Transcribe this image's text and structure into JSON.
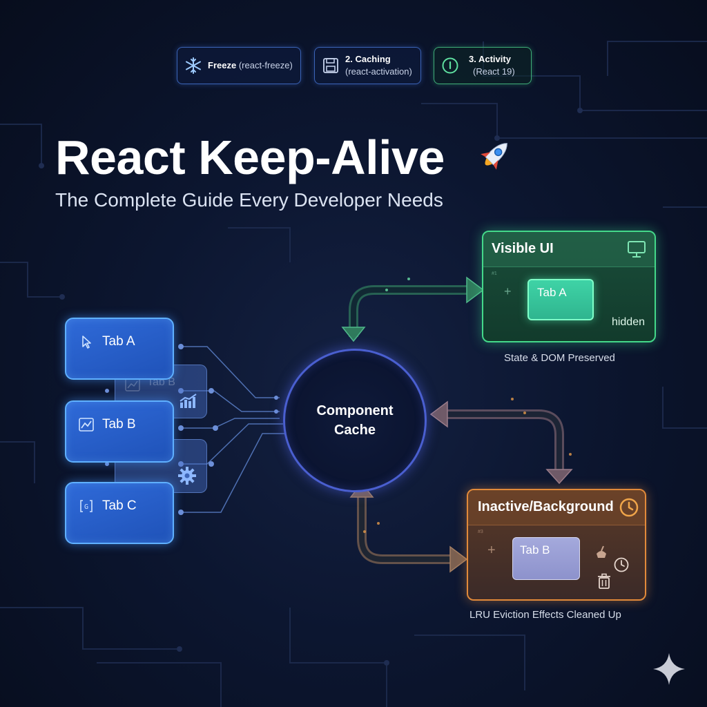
{
  "chips": [
    {
      "bold": "Freeze",
      "sub": "(react-freeze)",
      "icon": "snowflake-icon"
    },
    {
      "bold": "2. Caching",
      "sub": "(react-activation)",
      "icon": "save-disk-icon"
    },
    {
      "bold": "3. Activity",
      "sub": "(React 19)",
      "icon": "power-icon"
    }
  ],
  "title": "React Keep-Alive",
  "title_icon": "rocket-icon",
  "subtitle": "The Complete Guide Every Developer Needs",
  "tabs": [
    {
      "label": "Tab A",
      "icon": "cursor-icon"
    },
    {
      "label": "Tab B",
      "icon": "chart-line-icon"
    },
    {
      "label": "Tab C",
      "icon": "code-brackets-icon"
    }
  ],
  "ghost_tabs": [
    {
      "label": "Tab B",
      "icon": "bar-chart-icon"
    },
    {
      "label": "",
      "icon": "gear-icon"
    }
  ],
  "cache": {
    "label": "Component Cache"
  },
  "visible_panel": {
    "title": "Visible UI",
    "tiny": "#1",
    "inner_tab": "Tab A",
    "note": "hidden",
    "caption": "State & DOM Preserved",
    "color": "#44d98a"
  },
  "inactive_panel": {
    "title": "Inactive/Background",
    "tiny": "#3",
    "inner_tab": "Tab B",
    "caption": "LRU Eviction Effects Cleaned Up",
    "color": "#e28a3a"
  },
  "colors": {
    "accent_blue": "#5fb0ff",
    "cache_ring": "#4a5fd0",
    "green": "#44d98a",
    "orange": "#e28a3a"
  }
}
